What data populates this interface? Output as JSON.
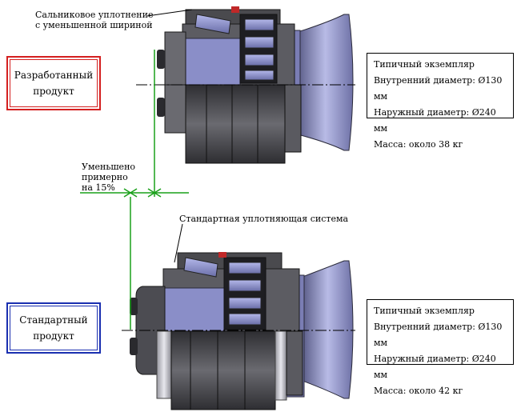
{
  "annotations": {
    "seal_narrow_line1": "Сальниковое уплотнение",
    "seal_narrow_line2": "с уменьшенной шириной",
    "standard_seal": "Стандартная уплотняющая система",
    "reduced_line1": "Уменьшено",
    "reduced_line2": "примерно",
    "reduced_line3": "на 15%"
  },
  "developed": {
    "label_line1": "Разработанный",
    "label_line2": "продукт",
    "border_color": "#d42020",
    "specs": {
      "title": "Типичный экземпляр",
      "inner": "Внутренний диаметр: Ø130 мм",
      "outer": "Наружный диаметр: Ø240 мм",
      "mass": "Масса: около 38 кг"
    }
  },
  "standard": {
    "label_line1": "Стандартный",
    "label_line2": "продукт",
    "border_color": "#1a2fb0",
    "specs": {
      "title": "Типичный экземпляр",
      "inner": "Внутренний диаметр: Ø130 мм",
      "outer": "Наружный диаметр: Ø240 мм",
      "mass": "Масса: около 42 кг"
    }
  },
  "colors": {
    "dimension_line": "#1aa01a",
    "housing": "#6a6a72",
    "bearing_blue": "#8a8ec8",
    "dark_body": "#3a3a3e"
  }
}
